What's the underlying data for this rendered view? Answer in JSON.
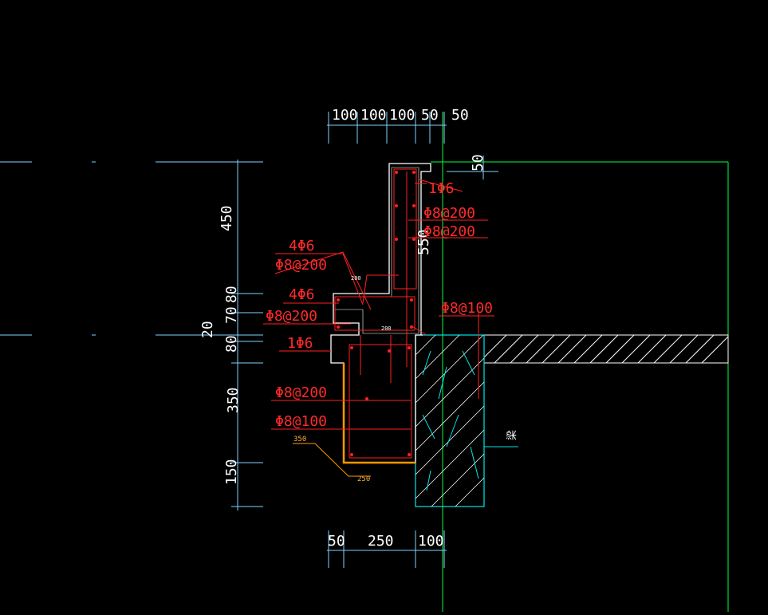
{
  "colors": {
    "background": "#000000",
    "dimension_line": "#7fd4ff",
    "rebar": "#ff2020",
    "concrete_outline": "#ffffff",
    "formwork": "#ff9900",
    "beam_hatch": "#00e5e5",
    "grid_line": "#00ff44",
    "floor_slab": "#ffffff"
  },
  "dimensions": {
    "top": [
      "100",
      "100",
      "100",
      "50",
      "50"
    ],
    "top_right": "50",
    "left": [
      "450",
      "80",
      "70",
      "20",
      "80",
      "350",
      "150"
    ],
    "bottom": [
      "50",
      "250",
      "100"
    ],
    "inner_vertical": "550"
  },
  "rebar_labels": {
    "top_right_1": "1Φ6",
    "top_right_2": "Φ8@200",
    "top_right_3": "Φ8@200",
    "upper_left_1": "4Φ6",
    "upper_left_2": "Φ8@200",
    "mid_left_1": "4Φ6",
    "mid_left_2": "Φ8@200",
    "mid_right": "Φ8@100",
    "lower_left_1": "1Φ6",
    "lower_left_2": "Φ8@200",
    "lower_left_3": "Φ8@100"
  },
  "small_notes": {
    "step_upper": "200",
    "step_lower": "200",
    "form_1": "350",
    "form_2": "250",
    "beam_tag": "梁"
  }
}
